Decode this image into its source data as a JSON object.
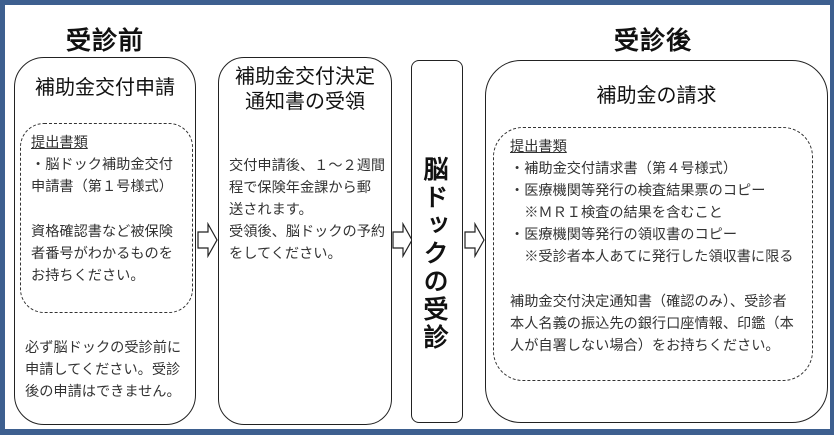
{
  "phases": {
    "before": "受診前",
    "after": "受診後"
  },
  "steps": [
    {
      "title": "補助金交付申請",
      "documents": {
        "heading": "提出書類",
        "lines": [
          "・脳ドック補助金交付",
          "申請書（第１号様式）"
        ],
        "note_lines": [
          "資格確認書など被保険",
          "者番号がわかるものを",
          "お持ちください。"
        ]
      },
      "footer_lines": [
        "必ず脳ドックの受診前に",
        "申請してください。受診",
        "後の申請はできません。"
      ]
    },
    {
      "title_lines": [
        "補助金交付決定",
        "通知書の受領"
      ],
      "body_lines": [
        "交付申請後、１～２週間",
        "程で保険年金課から郵",
        "送されます。",
        "受領後、脳ドックの予約",
        "をしてください。"
      ]
    },
    {
      "title": "脳ドックの受診"
    },
    {
      "title": "補助金の請求",
      "documents": {
        "heading": "提出書類",
        "lines": [
          "・補助金交付請求書（第４号様式）",
          "・医療機関等発行の検査結果票のコピー",
          "　※ＭＲＩ検査の結果を含むこと",
          "・医療機関等発行の領収書のコピー",
          "　※受診者本人あてに発行した領収書に限る"
        ],
        "note_lines": [
          "補助金交付決定通知書（確認のみ）、受診者",
          "本人名義の振込先の銀行口座情報、印鑑（本",
          "人が自署しない場合）をお持ちください。"
        ]
      }
    }
  ],
  "colors": {
    "frame": "#3d5f8f",
    "border": "#222222",
    "text": "#333333"
  }
}
